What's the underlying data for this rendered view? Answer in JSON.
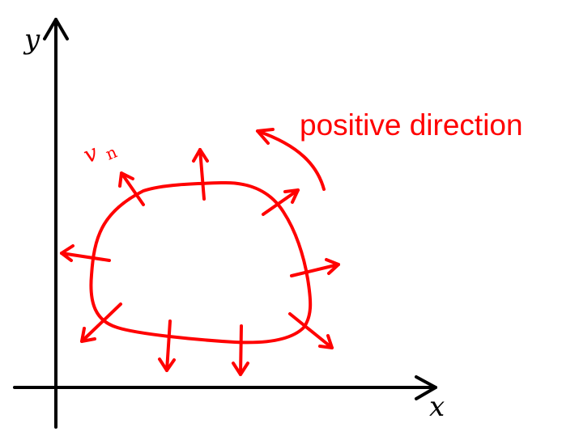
{
  "labels": {
    "x_axis": "x",
    "y_axis": "y",
    "direction": "positive direction",
    "normal_symbol": "v",
    "normal_subscript": "n"
  },
  "colors": {
    "axes": "#000000",
    "curve": "#ff0000"
  }
}
